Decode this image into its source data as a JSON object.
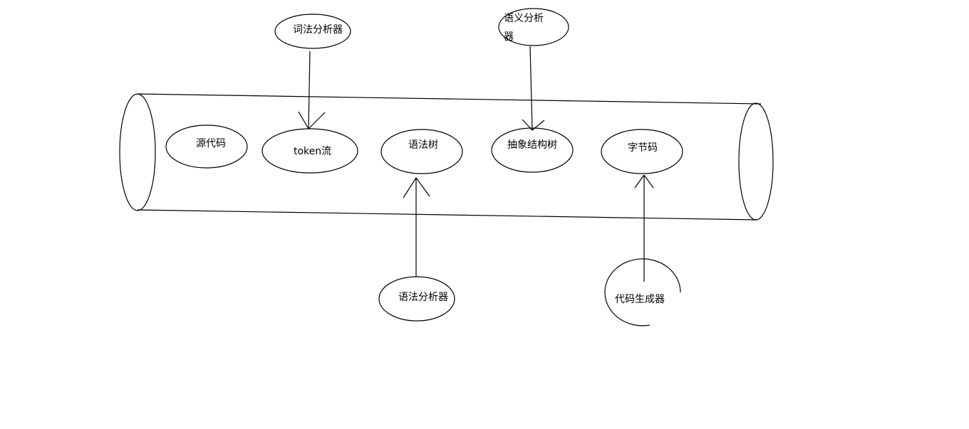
{
  "pipeline_nodes": [
    {
      "id": "source",
      "label": "源代码"
    },
    {
      "id": "tokens",
      "label": "token流"
    },
    {
      "id": "syntax_tree",
      "label": "语法树"
    },
    {
      "id": "ast",
      "label": "抽象结构树"
    },
    {
      "id": "bytecode",
      "label": "字节码"
    }
  ],
  "processors": [
    {
      "id": "lexer",
      "label": "词法分析器",
      "target": "tokens"
    },
    {
      "id": "semantic",
      "label_line1": "语义分析",
      "label_line2": "器",
      "target": "ast"
    },
    {
      "id": "parser",
      "label": "语法分析器",
      "target": "syntax_tree"
    },
    {
      "id": "codegen",
      "label": "代码生成器",
      "target": "bytecode"
    }
  ]
}
